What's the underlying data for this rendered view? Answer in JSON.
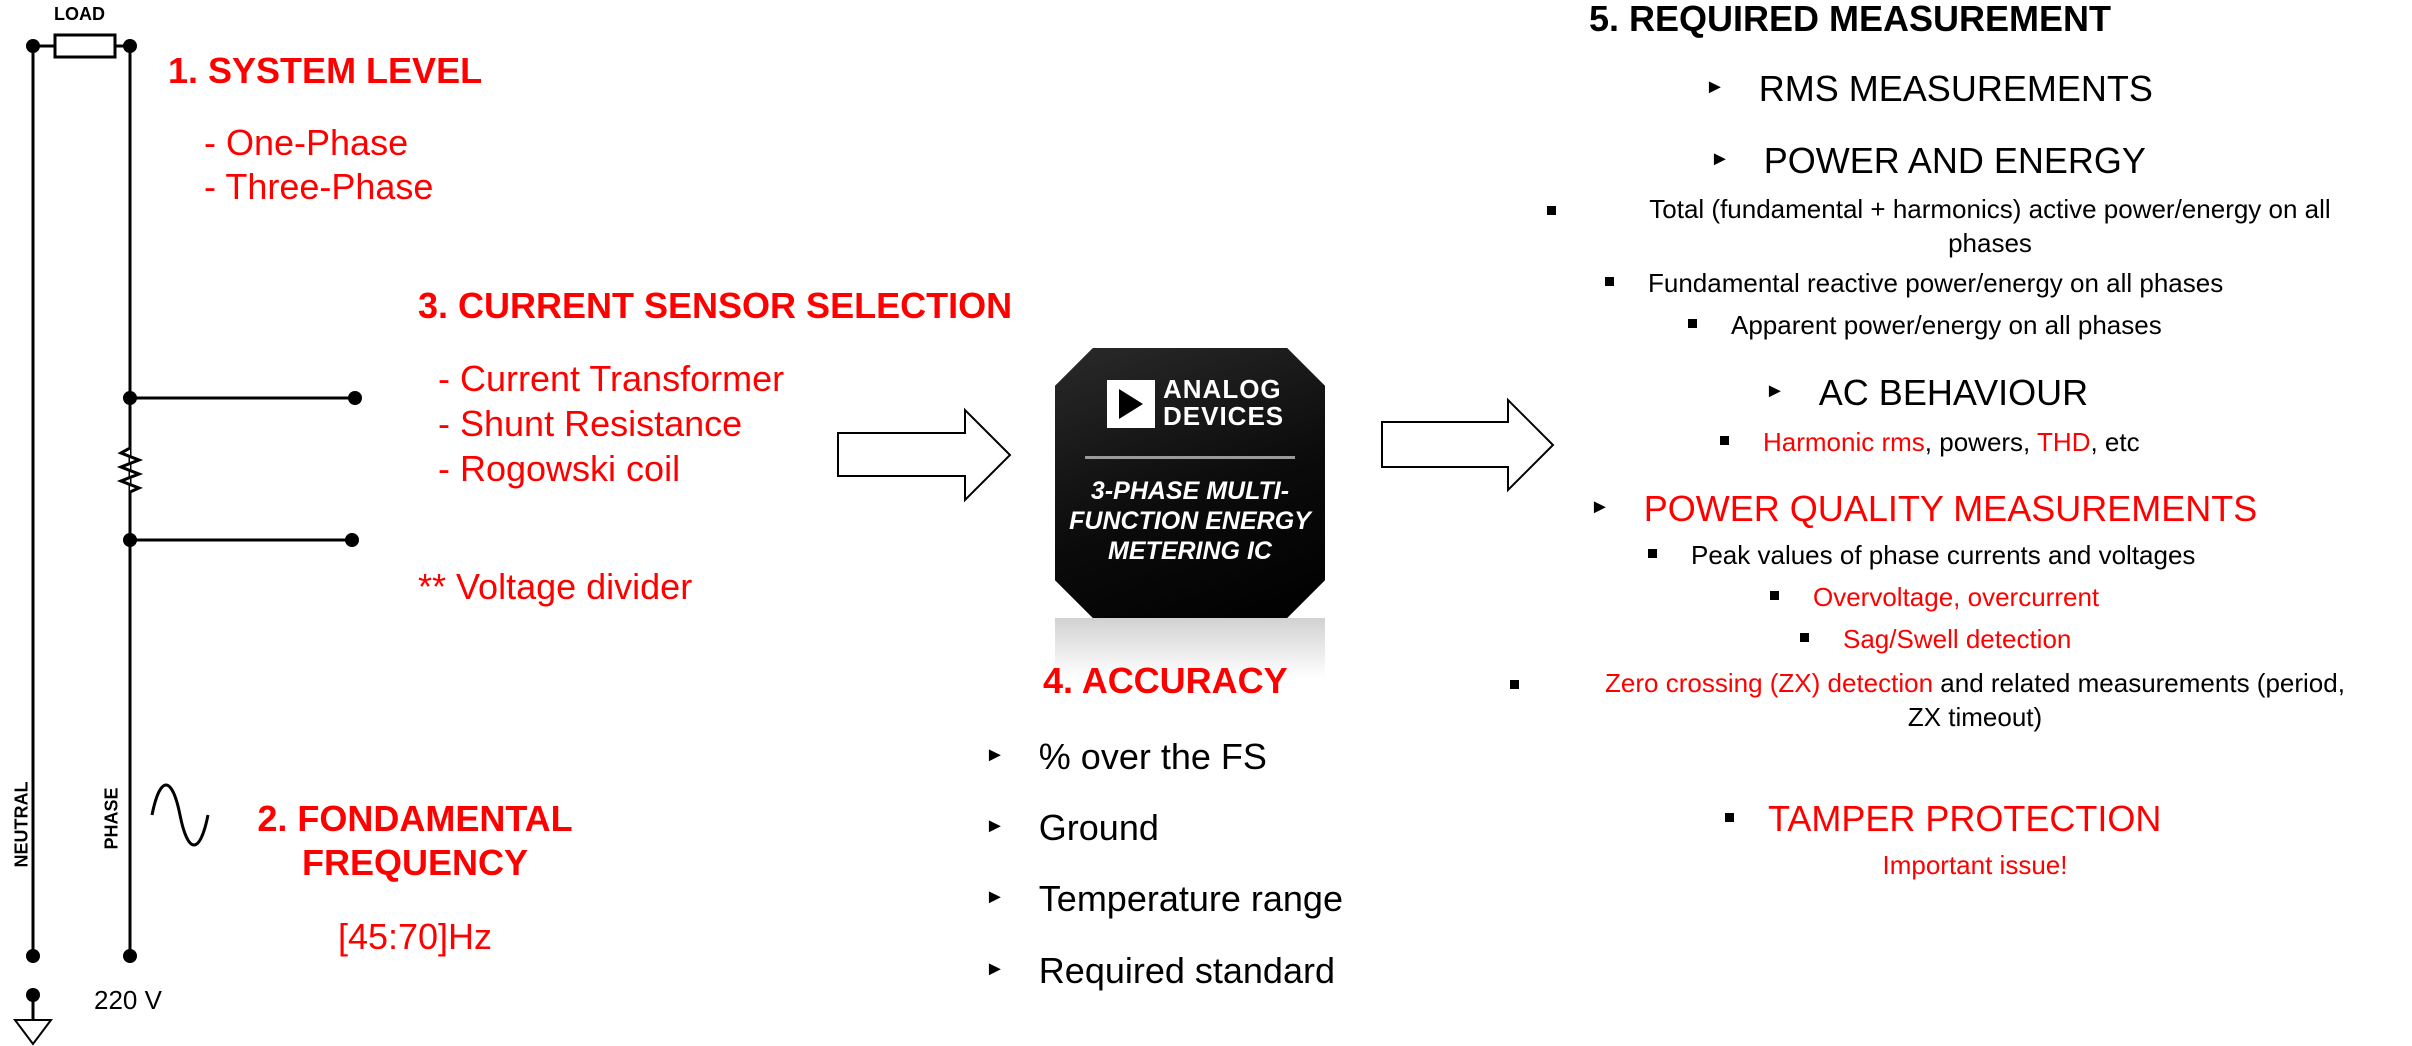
{
  "circuit": {
    "load_label": "LOAD",
    "neutral_label": "NEUTRAL",
    "phase_label": "PHASE",
    "voltage_label": "220 V"
  },
  "system_level": {
    "title": "1. SYSTEM LEVEL",
    "items": [
      "- One-Phase",
      "- Three-Phase"
    ]
  },
  "fundamental_frequency": {
    "title_line1": "2. FONDAMENTAL",
    "title_line2": "FREQUENCY",
    "range": "[45:70]Hz"
  },
  "current_sensor": {
    "title": "3. CURRENT SENSOR SELECTION",
    "items": [
      "- Current Transformer",
      "- Shunt Resistance",
      "- Rogowski coil"
    ],
    "note": "** Voltage divider"
  },
  "chip": {
    "brand_line1": "ANALOG",
    "brand_line2": "DEVICES",
    "line1": "3-PHASE MULTI-",
    "line2": "FUNCTION ENERGY",
    "line3": "METERING IC"
  },
  "accuracy": {
    "title": "4. ACCURACY",
    "items": [
      "% over the FS",
      "Ground",
      "Temperature range",
      "Required standard"
    ]
  },
  "required_measurement": {
    "title": "5. REQUIRED MEASUREMENT",
    "rms": "RMS MEASUREMENTS",
    "power_energy": {
      "title": "POWER AND ENERGY",
      "item1_line1": "Total (fundamental + harmonics) active power/energy on all",
      "item1_line2": "phases",
      "item2": "Fundamental reactive power/energy on all phases",
      "item3": "Apparent power/energy on all phases"
    },
    "ac_behaviour": {
      "title": "AC BEHAVIOUR",
      "harmonic_rms": "Harmonic rms",
      "powers": ", powers, ",
      "thd": "THD",
      "etc": ", etc"
    },
    "power_quality": {
      "title": "POWER QUALITY MEASUREMENTS",
      "peak": "Peak values of phase currents and voltages",
      "over": "Overvoltage, overcurrent",
      "sag": "Sag/Swell detection",
      "zx_red": "Zero crossing (ZX) detection",
      "zx_black": " and related measurements (period,",
      "zx_line2": "ZX timeout)"
    },
    "tamper": {
      "title": "TAMPER PROTECTION",
      "note": "Important issue!"
    }
  },
  "colors": {
    "accent": "#ff0000",
    "text": "#000000",
    "chip": "#111111"
  }
}
